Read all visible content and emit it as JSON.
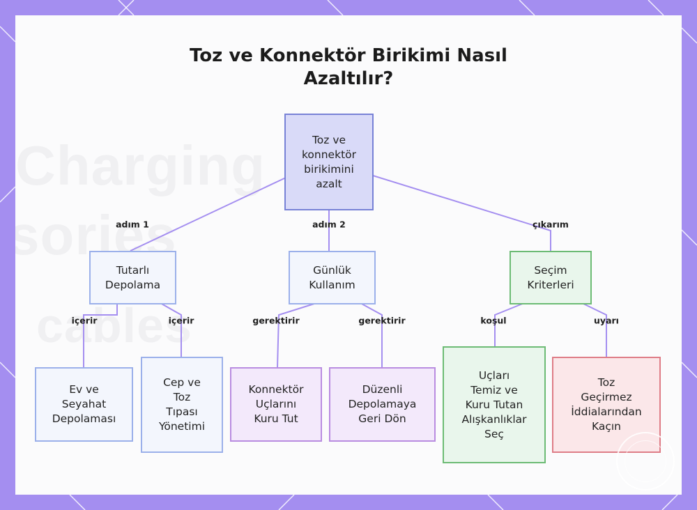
{
  "title": {
    "line1": "Toz ve Konnektör Birikimi Nasıl",
    "line2": "Azaltılır?"
  },
  "nodes": {
    "root": "Toz ve\nkonnektör\nbirikimini\nazalt",
    "storage": "Tutarlı\nDepolama",
    "daily": "Günlük\nKullanım",
    "criteria": "Seçim\nKriterleri",
    "home_travel": "Ev ve\nSeyahat\nDepolaması",
    "pocket": "Cep ve\nToz\nTıpası\nYönetimi",
    "dry": "Konnektör\nUçlarını\nKuru Tut",
    "regular": "Düzenli\nDepolamaya\nGeri Dön",
    "habits": "Uçları\nTemiz ve\nKuru Tutan\nAlışkanlıklar\nSeç",
    "avoid": "Toz\nGeçirmez\nİddialarından\nKaçın"
  },
  "edges": {
    "step1": "adım 1",
    "step2": "adım 2",
    "takeaway": "çıkarım",
    "includes_a": "içerir",
    "includes_b": "içerir",
    "requires_a": "gerektirir",
    "requires_b": "gerektirir",
    "condition": "koşul",
    "warning": "uyarı"
  },
  "background": {
    "word1": "Charging",
    "word2": "sories",
    "word3": "cables"
  },
  "colors": {
    "frame": "#a48ef0",
    "connector": "#a48ef0",
    "root_fill": "#d9daf8",
    "blue_border": "#9bb0ea",
    "purple_border": "#b98ce0",
    "green_border": "#6cbb74",
    "red_border": "#de7c86"
  }
}
